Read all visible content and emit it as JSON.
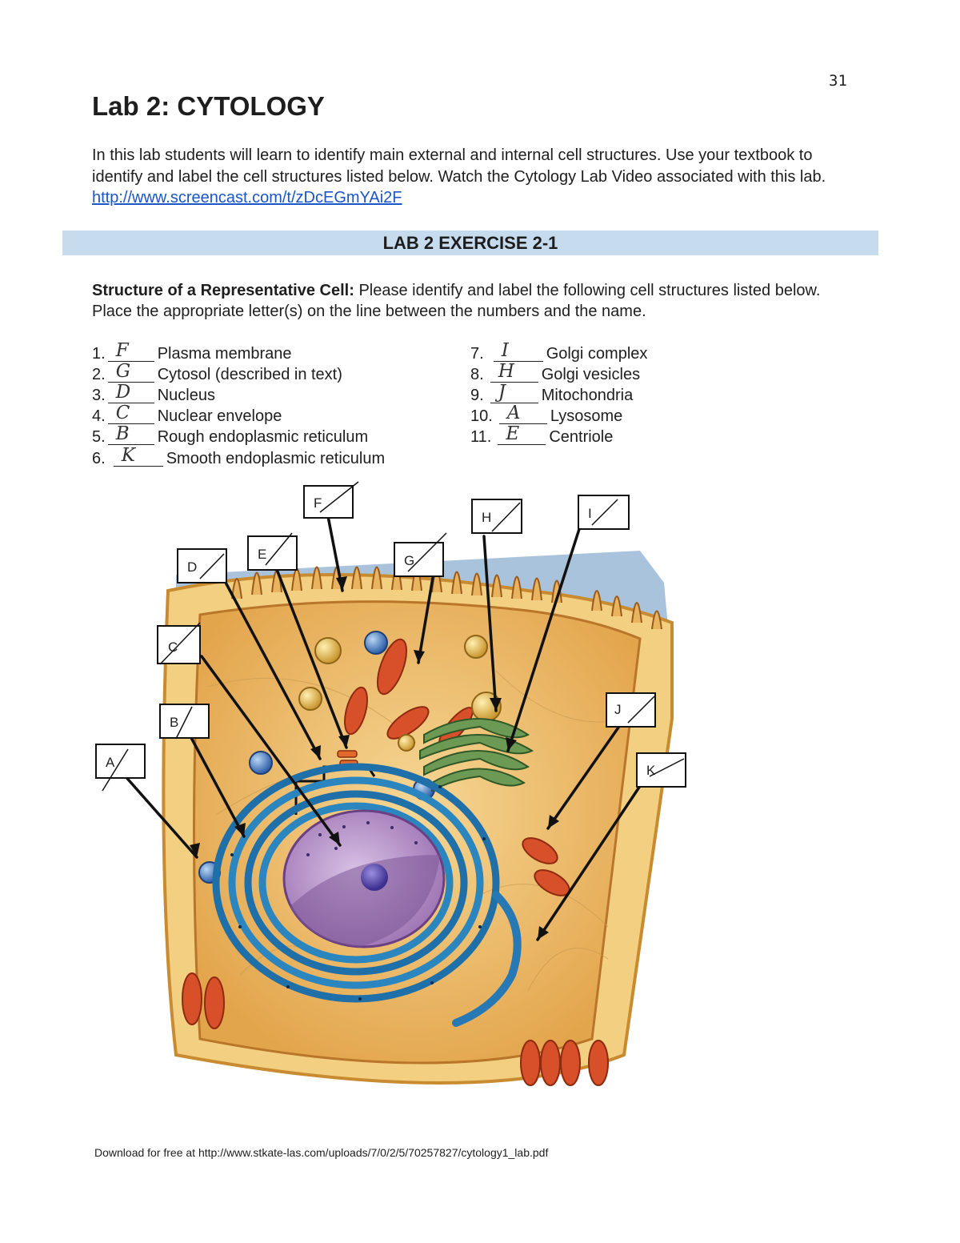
{
  "page_number": "31",
  "title": "Lab 2: CYTOLOGY",
  "intro": {
    "text": "In this lab students will learn to identify main external and internal cell structures. Use your textbook to identify and label the cell structures listed below. Watch the Cytology Lab Video associated with this lab.",
    "link": "http://www.screencast.com/t/zDcEGmYAi2F"
  },
  "exercise_banner": "LAB 2 EXERCISE 2-1",
  "instructions": {
    "bold": "Structure of a Representative Cell:",
    "text": "Please identify and label the following cell structures listed below.  Place the appropriate letter(s) on the line between the numbers and the name."
  },
  "items_left": [
    {
      "num": "1.",
      "answer": "F",
      "name": "Plasma membrane"
    },
    {
      "num": "2.",
      "answer": "G",
      "name": "Cytosol (described in text)"
    },
    {
      "num": "3.",
      "answer": "D",
      "name": "Nucleus"
    },
    {
      "num": "4.",
      "answer": "C",
      "name": "Nuclear envelope"
    },
    {
      "num": "5.",
      "answer": "B",
      "name": "Rough endoplasmic reticulum"
    },
    {
      "num": "6.",
      "answer": "K",
      "name": "Smooth endoplasmic reticulum"
    }
  ],
  "items_right": [
    {
      "num": "7.",
      "answer": "I",
      "name": "Golgi complex"
    },
    {
      "num": "8.",
      "answer": "H",
      "name": "Golgi vesicles"
    },
    {
      "num": "9.",
      "answer": "J",
      "name": "Mitochondria"
    },
    {
      "num": "10.",
      "answer": "A",
      "name": "Lysosome"
    },
    {
      "num": "11.",
      "answer": "E",
      "name": "Centriole"
    }
  ],
  "diagram_labels": {
    "A": "A",
    "B": "B",
    "C": "C",
    "D": "D",
    "E": "E",
    "F": "F",
    "G": "G",
    "H": "H",
    "I": "I",
    "J": "J",
    "K": "K"
  },
  "colors": {
    "banner": "#c6dbed",
    "link": "#1a56c7",
    "cytoplasm": "#f0c57a",
    "nucleus": "#b690c6",
    "rough_er": "#2b6f9e",
    "golgi": "#5e8a4a",
    "mitochondria": "#d8502a",
    "background_sky": "#a9c3dc"
  },
  "footer": "Download for free at http://www.stkate-las.com/uploads/7/0/2/5/70257827/cytology1_lab.pdf"
}
